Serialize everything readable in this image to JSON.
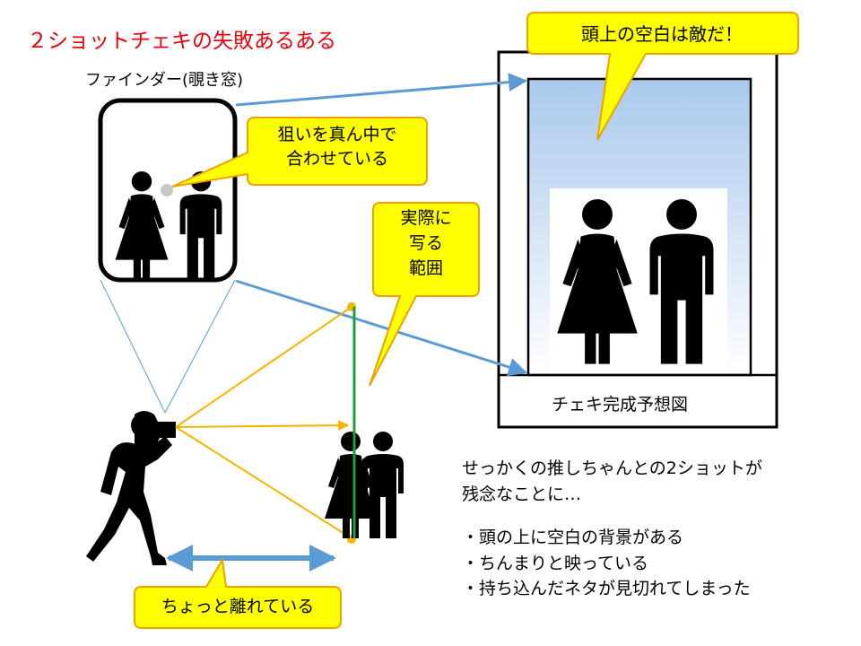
{
  "title": "２ショットチェキの失敗あるある",
  "finder": {
    "label": "ファインダー(覗き窓)"
  },
  "callouts": {
    "top": "頭上の空白は敵だ！",
    "aim": [
      "狙いを真ん中で",
      "合わせている"
    ],
    "area": [
      "実際に",
      "写る",
      "範囲"
    ],
    "distance": "ちょっと離れている"
  },
  "cheki": {
    "label": "チェキ完成予想図"
  },
  "notes": {
    "lines": [
      "せっかくの推しちゃんとの2ショットが",
      "残念なことに…"
    ],
    "bullets": [
      "・頭の上に空白の背景がある",
      "・ちんまりと映っている",
      "・持ち込んだネタが見切れてしまった"
    ]
  },
  "colors": {
    "title": "#e8000b",
    "callout_fill": "#ffff00",
    "callout_border": "#f0a000",
    "arrow_blue": "#5b9bd5",
    "ray_orange": "#f5b400",
    "frame_green": "#1aa040",
    "sky_top": "#a9c9ec",
    "dist_arrow": "#5b9bd5"
  }
}
